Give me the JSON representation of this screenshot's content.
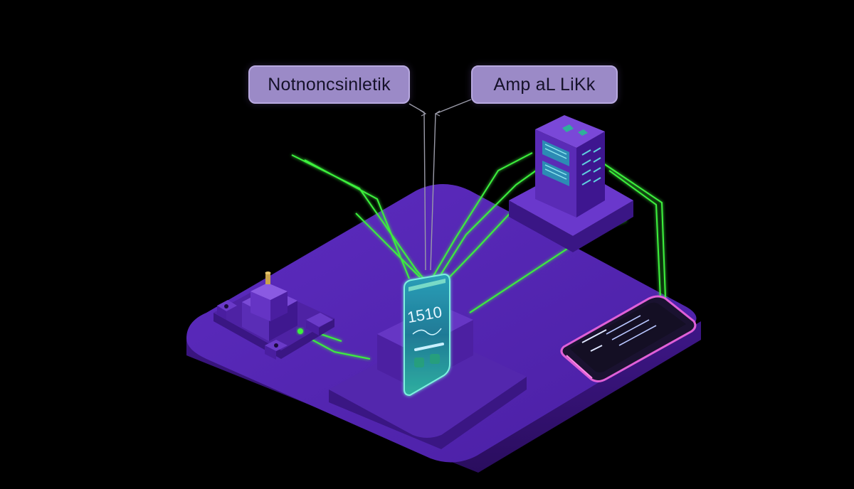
{
  "callouts": {
    "left": "Notnoncsinletik",
    "right": "Amp aL LiKk"
  },
  "phone_center": {
    "display_value": "1510"
  },
  "icons": [
    "server-rack-icon",
    "smartphone-icon",
    "tablet-icon",
    "router-hub-icon"
  ],
  "colors": {
    "background": "#000000",
    "platform": "#5a27b8",
    "platform_side": "#3a1580",
    "link_green": "#3cf03c",
    "callout_fill": "#9b8ac7",
    "screen_cyan": "#3ad0c8",
    "phone_edge_pink": "#e060d8"
  }
}
